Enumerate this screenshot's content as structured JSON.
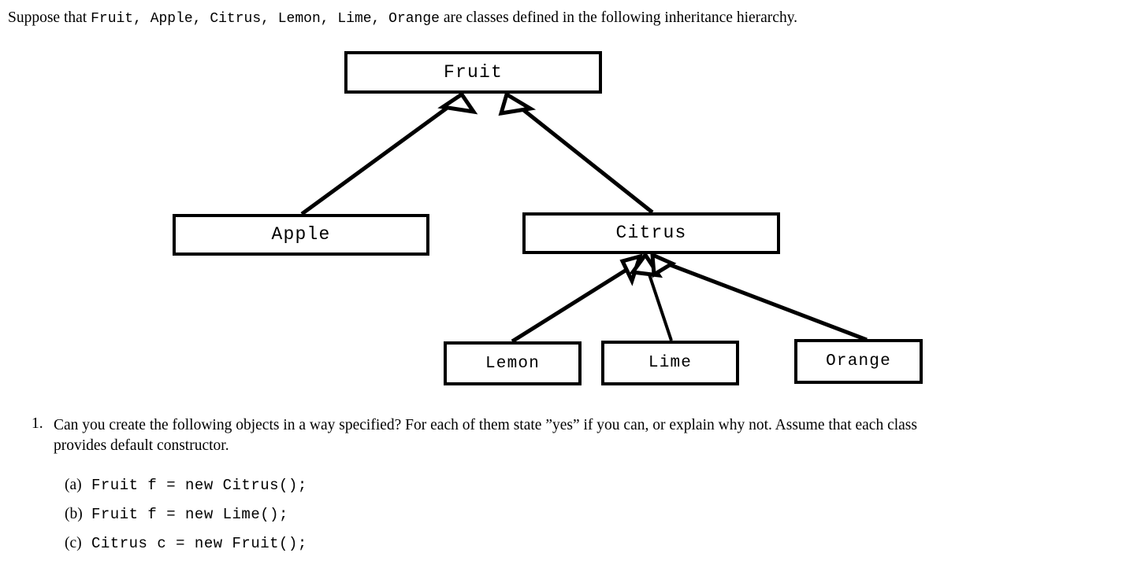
{
  "intro": {
    "lead": "Suppose that ",
    "class_list": [
      "Fruit,",
      "Apple,",
      "Citrus,",
      " Lemon,",
      " Lime,",
      " Orange"
    ],
    "class_list_text": "Fruit, Apple, Citrus,  Lemon,  Lime,  Orange",
    "tail": " are classes defined in the following inheritance hierarchy."
  },
  "diagram": {
    "type": "uml-inheritance-hierarchy",
    "arrow_style": "hollow-triangle",
    "line_color": "#000000",
    "box_fill": "#ffffff",
    "box_border_color": "#000000",
    "nodes": [
      {
        "id": "fruit",
        "label": "Fruit"
      },
      {
        "id": "apple",
        "label": "Apple"
      },
      {
        "id": "citrus",
        "label": "Citrus"
      },
      {
        "id": "lemon",
        "label": "Lemon"
      },
      {
        "id": "lime",
        "label": "Lime"
      },
      {
        "id": "orange",
        "label": "Orange"
      }
    ],
    "edges": [
      {
        "from": "apple",
        "to": "fruit"
      },
      {
        "from": "citrus",
        "to": "fruit"
      },
      {
        "from": "lemon",
        "to": "citrus"
      },
      {
        "from": "lime",
        "to": "citrus"
      },
      {
        "from": "orange",
        "to": "citrus"
      }
    ]
  },
  "questions": [
    {
      "number": "1.",
      "line1": "Can you create the following objects in a way specified?  For each of them state ”yes” if you can, or explain why not.  Assume that each class",
      "line2": "provides default constructor."
    }
  ],
  "sub_items": [
    {
      "label": "(a)",
      "code": "Fruit f = new Citrus();"
    },
    {
      "label": "(b)",
      "code": "Fruit f = new Lime();"
    },
    {
      "label": "(c)",
      "code": "Citrus c = new Fruit();"
    }
  ]
}
